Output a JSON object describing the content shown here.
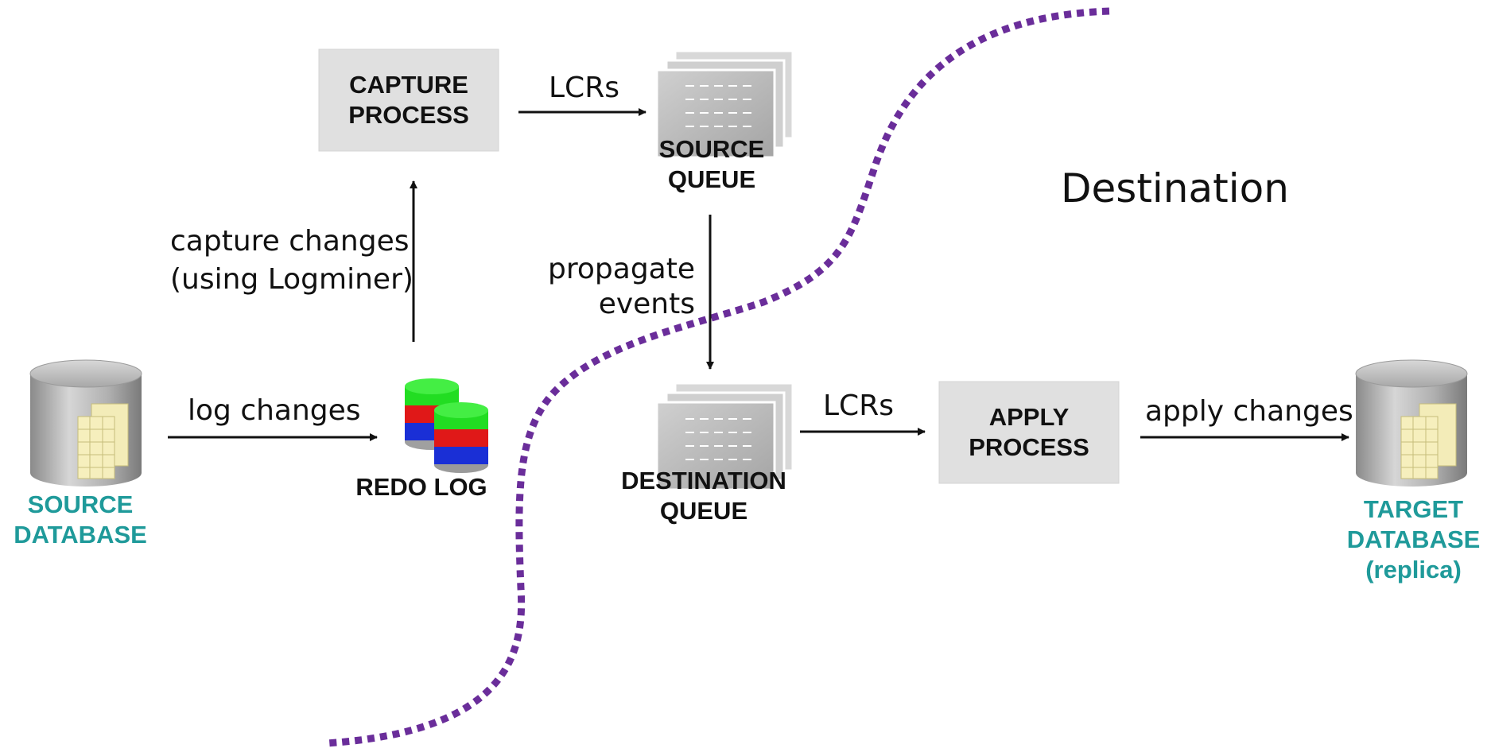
{
  "region_label": "Destination",
  "nodes": {
    "capture_process": {
      "line1": "CAPTURE",
      "line2": "PROCESS"
    },
    "source_queue": {
      "line1": "SOURCE",
      "line2": "QUEUE"
    },
    "source_database": {
      "line1": "SOURCE",
      "line2": "DATABASE"
    },
    "redo_log": {
      "label": "REDO LOG"
    },
    "destination_queue": {
      "line1": "DESTINATION",
      "line2": "QUEUE"
    },
    "apply_process": {
      "line1": "APPLY",
      "line2": "PROCESS"
    },
    "target_database": {
      "line1": "TARGET",
      "line2": "DATABASE",
      "line3": "(replica)"
    }
  },
  "edges": {
    "capture_to_queue": "LCRs",
    "capture_changes_line1": "capture changes",
    "capture_changes_line2": "(using Logminer)",
    "propagate_line1": "propagate",
    "propagate_line2": "events",
    "log_changes": "log changes",
    "queue_to_apply": "LCRs",
    "apply_changes": "apply changes"
  },
  "colors": {
    "boundary": "#6a2d9a",
    "database_label": "#1f9a9a",
    "process_box": "#e0e0e0",
    "redo_green": "#22dd22",
    "redo_red": "#e01818",
    "redo_blue": "#1a2fd6"
  }
}
